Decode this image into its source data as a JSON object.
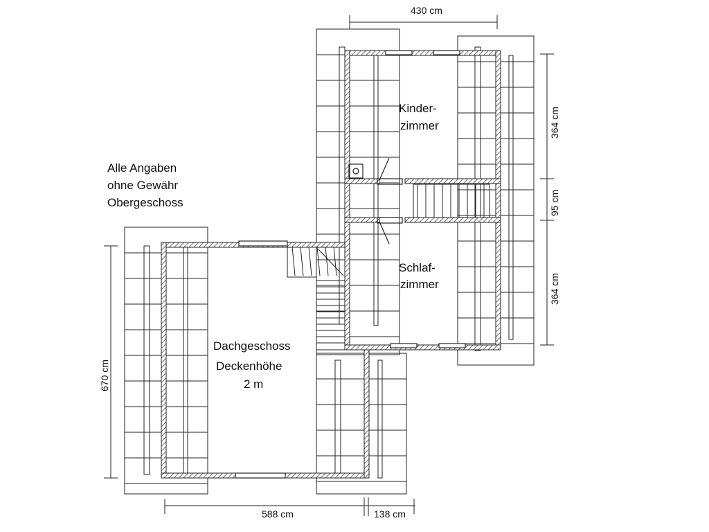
{
  "notes": {
    "line1": "Alle Angaben",
    "line2": "ohne Gewähr",
    "line3": "Obergeschoss"
  },
  "rooms": {
    "kinder_line1": "Kinder-",
    "kinder_line2": "zimmer",
    "schlaf_line1": "Schlaf-",
    "schlaf_line2": "zimmer",
    "dach_line1": "Dachgeschoss",
    "dach_line2": "Deckenhöhe",
    "dach_line3": "2 m"
  },
  "dimensions": {
    "top_width": "430 cm",
    "right_upper": "364 cm",
    "right_middle": "95 cm",
    "right_lower": "364 cm",
    "left_height": "670 cm",
    "bottom_left": "588 cm",
    "bottom_right": "138 cm"
  },
  "colors": {
    "line": "#222222",
    "light_line": "#555555",
    "background": "#ffffff"
  }
}
